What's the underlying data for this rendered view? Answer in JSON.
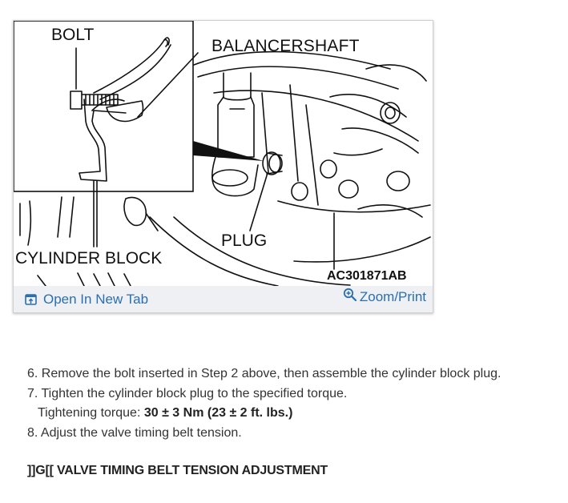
{
  "figure": {
    "labels": {
      "bolt": "BOLT",
      "balancershaft": "BALANCERSHAFT",
      "plug": "PLUG",
      "cylinder_block": "CYLINDER BLOCK",
      "figure_code": "AC301871AB"
    },
    "open_tab_label": "Open In New Tab",
    "zoom_print_label": "Zoom/Print",
    "link_color": "#2a6fb0",
    "bar_color": "#eef0f3"
  },
  "steps": [
    "6. Remove the bolt inserted in Step 2 above, then assemble the cylinder block plug.",
    "7. Tighten the cylinder block plug to the specified torque."
  ],
  "torque": {
    "label": "Tightening torque: ",
    "value": "30 ± 3 Nm (23 ± 2 ft. lbs.)"
  },
  "step_8": "8. Adjust the valve timing belt tension.",
  "next_section": "]]G[[ VALVE TIMING BELT TENSION ADJUSTMENT"
}
